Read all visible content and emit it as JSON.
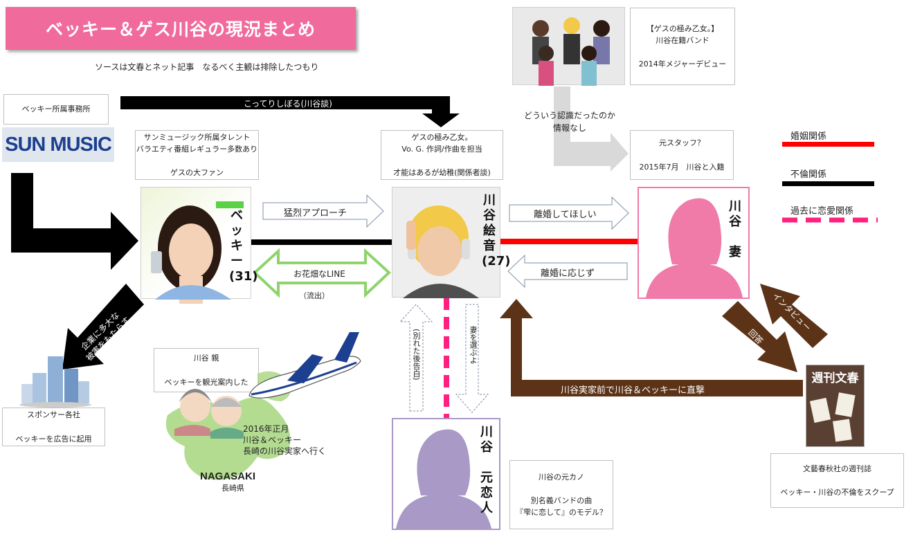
{
  "header": {
    "title": "ベッキー＆ゲス川谷の現況まとめ",
    "subtitle": "ソースは文春とネット記事　なるべく主観は排除したつもり"
  },
  "sunmusic": {
    "label": "ベッキー所属事務所",
    "logo_text": "SUN MUSIC"
  },
  "becky": {
    "info": "サンミュージック所属タレント\nバラエティ番組レギュラー多数あり\n\nゲスの大ファン",
    "name": "ベッキー\n(31)"
  },
  "kawatani": {
    "info": "ゲスの極み乙女。\nVo.  G.  作詞/作曲を担当\n\n才能はあるが幼稚(関係者談)",
    "name": "川谷絵音\n(27)"
  },
  "band": {
    "info": "【ゲスの極み乙女。】\n川谷在籍バンド\n\n2014年メジャーデビュー"
  },
  "wife": {
    "info": "元スタッフ？\n\n2015年7月　川谷と入籍",
    "name": "川谷\n\n妻"
  },
  "ex": {
    "name": "川谷\n\n元恋人",
    "info": "川谷の元カノ\n\n別名義バンドの曲\n『雫に恋して』のモデル？"
  },
  "parents": {
    "info": "川谷 親\n\nベッキーを観光案内した",
    "trip": "2016年正月\n川谷＆ベッキー\n長崎の川谷実家へ行く",
    "map_label": "NAGASAKI",
    "map_sub": "長崎県"
  },
  "sponsors": {
    "info": "スポンサー各社\n\nベッキーを広告に起用"
  },
  "bunshun": {
    "logo_text": "週刊文春",
    "info": "文藝春秋社の週刊誌\n\nベッキー・川谷の不倫をスクープ"
  },
  "arrows": {
    "sunmusic_to_kawatani": "こってりしぼる(川谷談)",
    "awareness": "どういう認識だったのか\n情報なし",
    "approach": "猛烈アプローチ",
    "line": "お花畑なLINE",
    "leak": "（流出）",
    "want_divorce": "離婚してほしい",
    "refuse_divorce": "離婚に応じず",
    "damage": "企業に多大な\n被害をもたらす",
    "choose_wife": "妻を選ぶよ",
    "breakup": "(別れた後告白)",
    "interview": "インタビュー",
    "answer": "回答",
    "ambush": "川谷実家前で川谷＆ベッキーに直撃"
  },
  "legend": {
    "marriage": "婚姻関係",
    "affair": "不倫関係",
    "past": "過去に恋愛関係"
  },
  "colors": {
    "title_bg": "#f06b9b",
    "marriage": "#ff0000",
    "affair": "#000000",
    "past": "#ff2080",
    "brown": "#5c3317",
    "green": "#8ed36b",
    "wife": "#f07aa8",
    "ex": "#a899c6"
  }
}
